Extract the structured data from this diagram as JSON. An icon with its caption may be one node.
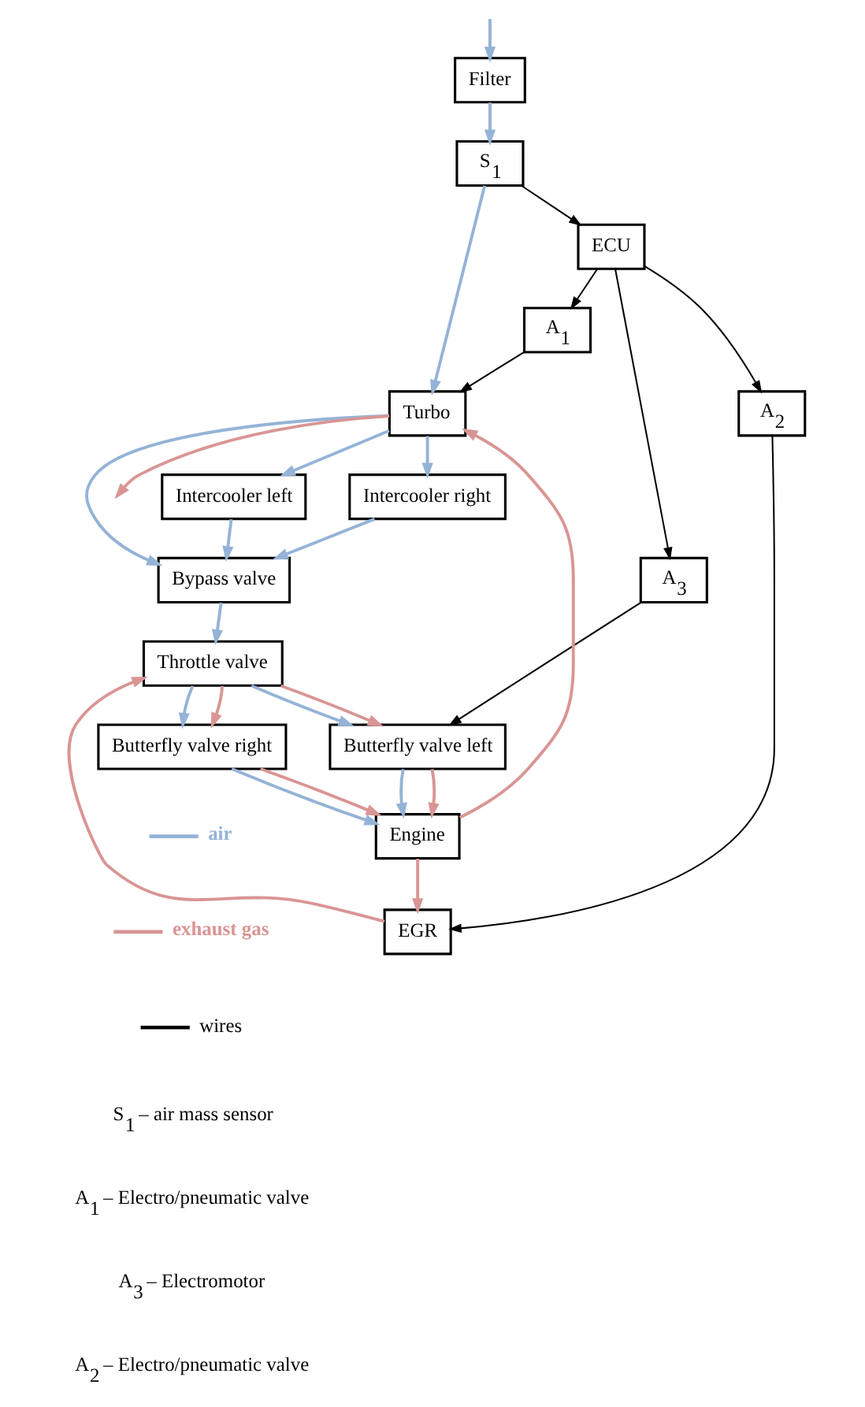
{
  "diagram": {
    "nodes": [
      {
        "text": [
          "Turbo"
        ]
      },
      {
        "text": [
          "Intercooler left"
        ]
      },
      {
        "text": [
          "Intercooler right"
        ]
      },
      {
        "text": [
          "A$_{1}$"
        ]
      },
      {
        "text": [
          "S$_{1}$"
        ]
      },
      {
        "text": [
          "ECU"
        ]
      },
      {
        "text": [
          "Bypass valve"
        ]
      },
      {
        "text": [
          "A$_{2}$"
        ]
      },
      {
        "text": [
          "A$_{3}$"
        ]
      },
      {
        "text": [
          "Filter"
        ]
      },
      {
        "text": [
          "EGR"
        ]
      },
      {
        "text": [
          "Engine"
        ]
      },
      {
        "text": [
          "Butterfly valve left"
        ]
      },
      {
        "text": [
          "Throttle valve"
        ]
      },
      {
        "text": [
          "Butterfly valve right"
        ]
      }
    ],
    "edges": [
      {
        "from": null,
        "to": 9,
        "arrow": "to"
      },
      {
        "from": 9,
        "to": 4,
        "arrow": "to"
      },
      {
        "from": 4,
        "to": 0,
        "arrow": "to"
      },
      {
        "from": 0,
        "to": 1,
        "arrow": "to"
      },
      {
        "from": 0,
        "to": 2,
        "arrow": "to"
      },
      {
        "from": 0,
        "to": 6,
        "arrow": "to"
      },
      {
        "from": 1,
        "to": 6,
        "arrow": "to"
      },
      {
        "from": 2,
        "to": 6,
        "arrow": "to"
      },
      {
        "from": 6,
        "to": 13,
        "arrow": "to"
      },
      {
        "from": 13,
        "to": 12,
        "arrow": "to"
      },
      {
        "from": 12,
        "to": 11,
        "arrow": "to"
      },
      {
        "from": 13,
        "to": 14,
        "arrow": "to"
      },
      {
        "from": 14,
        "to": 11,
        "arrow": "to"
      },
      {
        "from": 0,
        "to": null,
        "arrow": "to",
        "color": "#d99594"
      },
      {
        "from": 11,
        "to": 0,
        "arrow": "to",
        "color": "#d99594"
      },
      {
        "from": 11,
        "to": 10,
        "arrow": "to",
        "color": "#d99594"
      },
      {
        "from": 10,
        "to": 13,
        "arrow": "to",
        "color": "#d99594"
      },
      {
        "from": 13,
        "to": 12,
        "arrow": "to",
        "color": "#d99594"
      },
      {
        "from": 12,
        "to": 11,
        "arrow": "to",
        "color": "#d99594"
      },
      {
        "from": 13,
        "to": 14,
        "arrow": "to",
        "color": "#d99594"
      },
      {
        "from": 14,
        "to": 11,
        "arrow": "to",
        "color": "#d99594"
      },
      {
        "from": 4,
        "to": 5,
        "arrow": "to",
        "color": "#000000"
      },
      {
        "from": 5,
        "to": 3,
        "arrow": "to",
        "color": "#000000"
      },
      {
        "from": 3,
        "to": 0,
        "arrow": "to",
        "color": "#000000"
      },
      {
        "from": 5,
        "to": 7,
        "arrow": "to",
        "color": "#000000"
      },
      {
        "from": 7,
        "to": 10,
        "arrow": "to",
        "color": "#000000"
      },
      {
        "from": 5,
        "to": 8,
        "arrow": "to",
        "color": "#000000"
      },
      {
        "from": 8,
        "to": 12,
        "arrow": "to",
        "color": "#000000"
      }
    ],
    "labels": [
      "S$_{1}$ – air mass sensor",
      "A$_{1}$ – Electro/pneumatic valve",
      "A$_{3}$ – Electromotor",
      "A$_{2}$ – Electro/pneumatic valve"
    ],
    "legend": [
      {
        "text": "air"
      },
      {
        "text": "exhaust gas"
      },
      {
        "text": "wires"
      }
    ]
  }
}
